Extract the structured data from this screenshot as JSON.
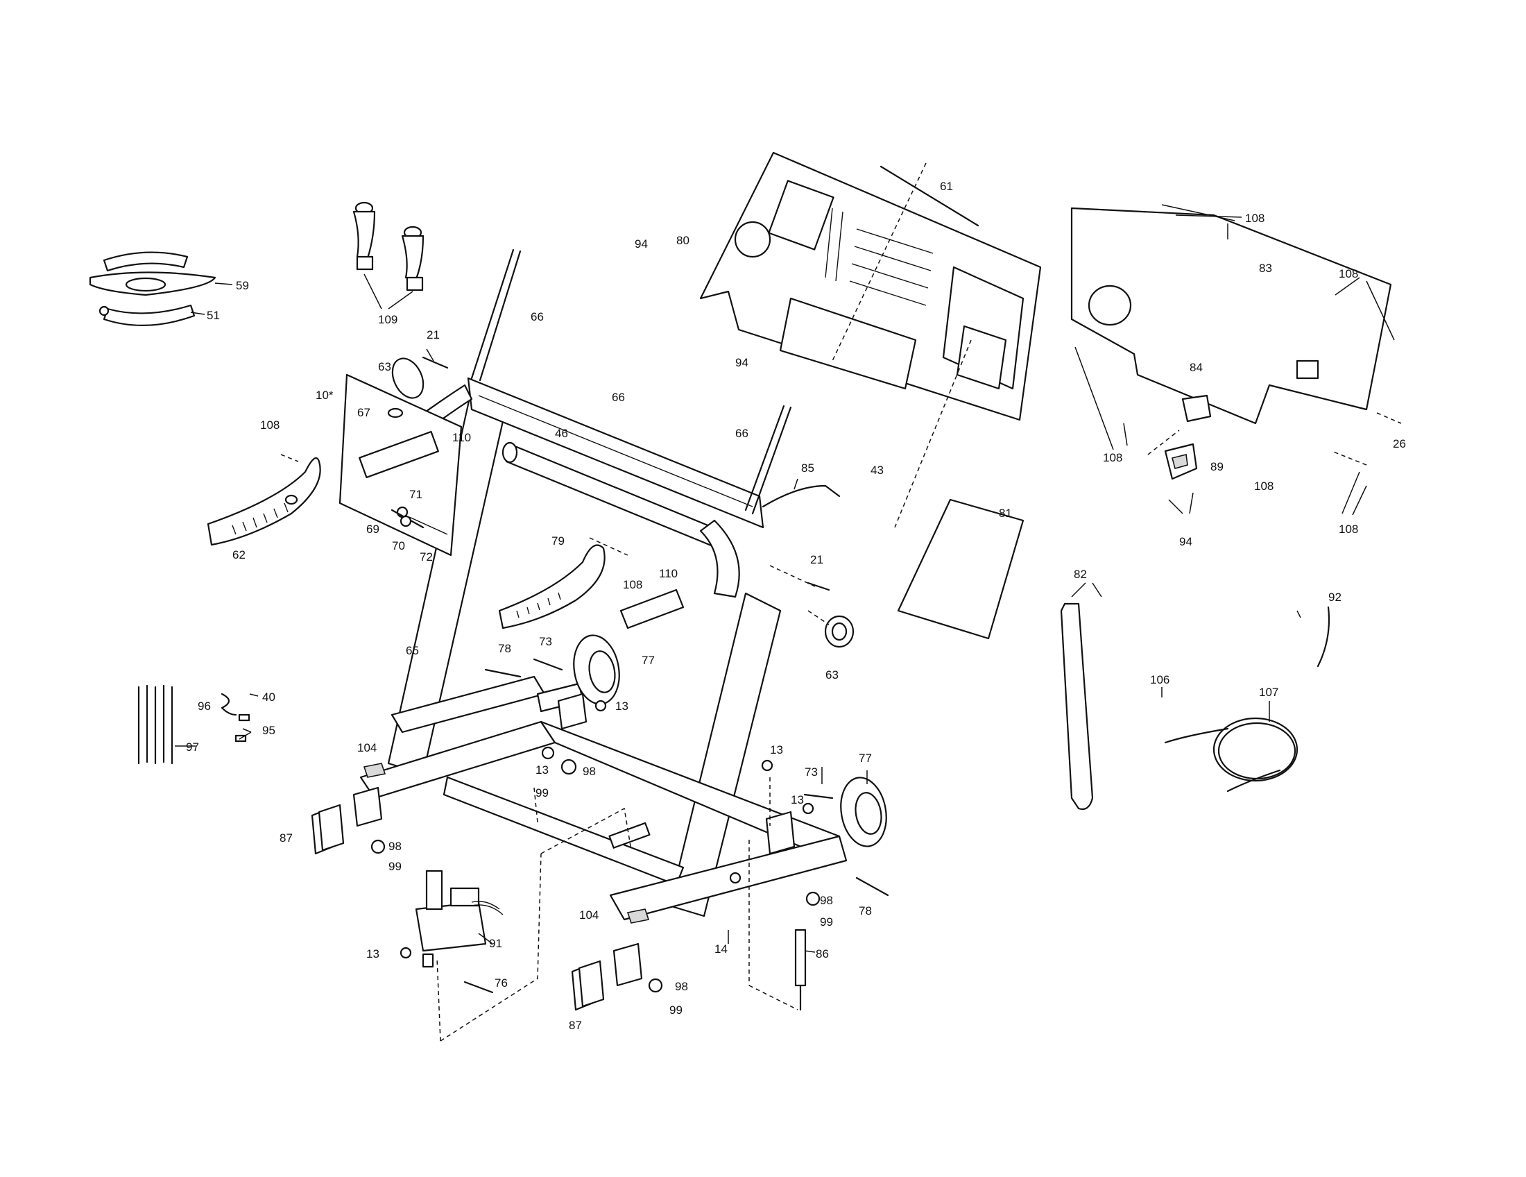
{
  "callouts": [
    {
      "id": "c-59",
      "text": "59"
    },
    {
      "id": "c-51",
      "text": "51"
    },
    {
      "id": "c-109",
      "text": "109"
    },
    {
      "id": "c-21a",
      "text": "21"
    },
    {
      "id": "c-63a",
      "text": "63"
    },
    {
      "id": "c-10",
      "text": "10*"
    },
    {
      "id": "c-67",
      "text": "67"
    },
    {
      "id": "c-108a",
      "text": "108"
    },
    {
      "id": "c-110a",
      "text": "110"
    },
    {
      "id": "c-71",
      "text": "71"
    },
    {
      "id": "c-69",
      "text": "69"
    },
    {
      "id": "c-70",
      "text": "70"
    },
    {
      "id": "c-72",
      "text": "72"
    },
    {
      "id": "c-62",
      "text": "62"
    },
    {
      "id": "c-66a",
      "text": "66"
    },
    {
      "id": "c-46",
      "text": "46"
    },
    {
      "id": "c-66b",
      "text": "66"
    },
    {
      "id": "c-66c",
      "text": "66"
    },
    {
      "id": "c-94a",
      "text": "94"
    },
    {
      "id": "c-94b",
      "text": "94"
    },
    {
      "id": "c-80",
      "text": "80"
    },
    {
      "id": "c-61",
      "text": "61"
    },
    {
      "id": "c-108b",
      "text": "108"
    },
    {
      "id": "c-83",
      "text": "83"
    },
    {
      "id": "c-108c",
      "text": "108"
    },
    {
      "id": "c-84",
      "text": "84"
    },
    {
      "id": "c-89",
      "text": "89"
    },
    {
      "id": "c-108d",
      "text": "108"
    },
    {
      "id": "c-108e",
      "text": "108"
    },
    {
      "id": "c-26",
      "text": "26"
    },
    {
      "id": "c-94c",
      "text": "94"
    },
    {
      "id": "c-108f",
      "text": "108"
    },
    {
      "id": "c-43",
      "text": "43"
    },
    {
      "id": "c-85",
      "text": "85"
    },
    {
      "id": "c-81",
      "text": "81"
    },
    {
      "id": "c-79",
      "text": "79"
    },
    {
      "id": "c-108g",
      "text": "108"
    },
    {
      "id": "c-110b",
      "text": "110"
    },
    {
      "id": "c-21b",
      "text": "21"
    },
    {
      "id": "c-63b",
      "text": "63"
    },
    {
      "id": "c-65",
      "text": "65"
    },
    {
      "id": "c-78a",
      "text": "78"
    },
    {
      "id": "c-73a",
      "text": "73"
    },
    {
      "id": "c-77a",
      "text": "77"
    },
    {
      "id": "c-13a",
      "text": "13"
    },
    {
      "id": "c-82",
      "text": "82"
    },
    {
      "id": "c-92",
      "text": "92"
    },
    {
      "id": "c-106",
      "text": "106"
    },
    {
      "id": "c-107",
      "text": "107"
    },
    {
      "id": "c-96",
      "text": "96"
    },
    {
      "id": "c-40",
      "text": "40"
    },
    {
      "id": "c-95",
      "text": "95"
    },
    {
      "id": "c-97",
      "text": "97"
    },
    {
      "id": "c-104a",
      "text": "104"
    },
    {
      "id": "c-13b",
      "text": "13"
    },
    {
      "id": "c-98a",
      "text": "98"
    },
    {
      "id": "c-99a",
      "text": "99"
    },
    {
      "id": "c-13c",
      "text": "13"
    },
    {
      "id": "c-73b",
      "text": "73"
    },
    {
      "id": "c-77b",
      "text": "77"
    },
    {
      "id": "c-13d",
      "text": "13"
    },
    {
      "id": "c-87a",
      "text": "87"
    },
    {
      "id": "c-98b",
      "text": "98"
    },
    {
      "id": "c-99b",
      "text": "99"
    },
    {
      "id": "c-78b",
      "text": "78"
    },
    {
      "id": "c-98c",
      "text": "98"
    },
    {
      "id": "c-99c",
      "text": "99"
    },
    {
      "id": "c-104b",
      "text": "104"
    },
    {
      "id": "c-14",
      "text": "14"
    },
    {
      "id": "c-86",
      "text": "86"
    },
    {
      "id": "c-13e",
      "text": "13"
    },
    {
      "id": "c-91",
      "text": "91"
    },
    {
      "id": "c-76",
      "text": "76"
    },
    {
      "id": "c-98d",
      "text": "98"
    },
    {
      "id": "c-99d",
      "text": "99"
    },
    {
      "id": "c-87b",
      "text": "87"
    }
  ]
}
